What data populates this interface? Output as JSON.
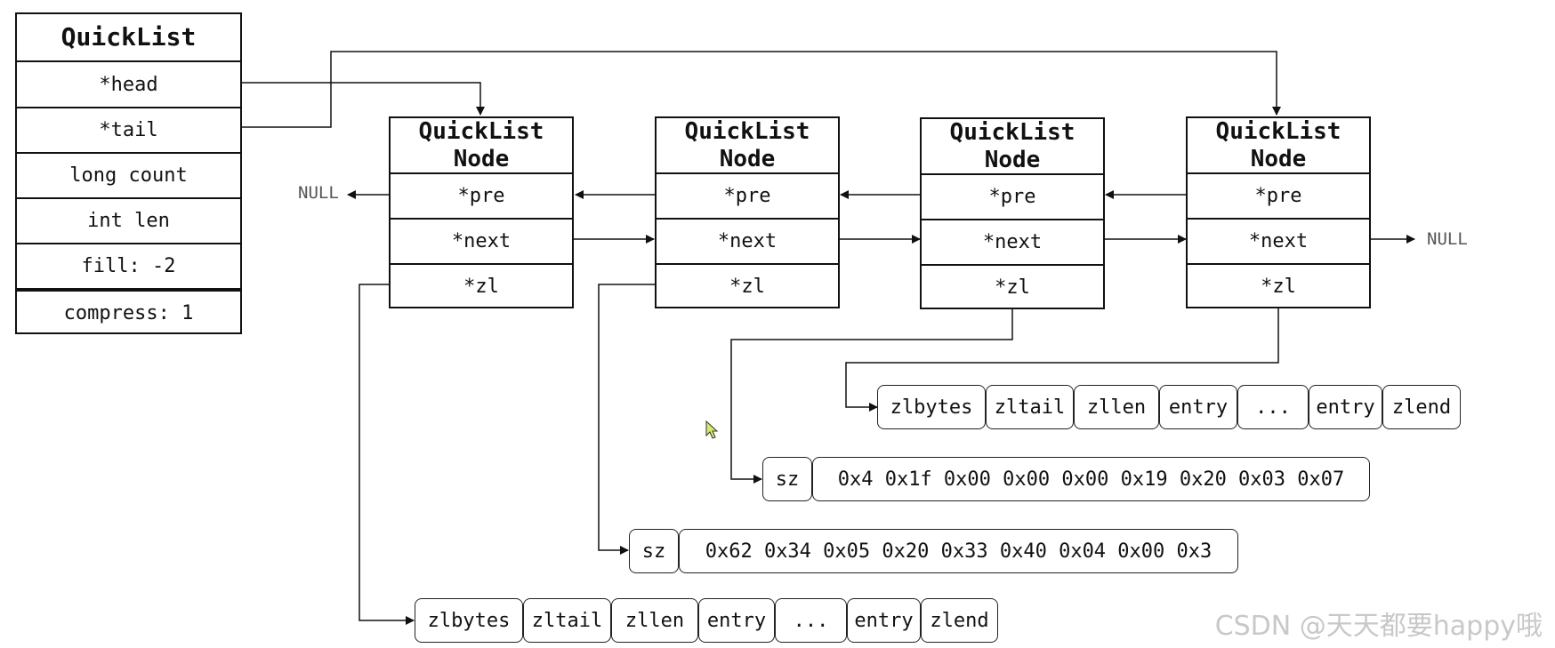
{
  "quicklist": {
    "title": "QuickList",
    "fields": [
      "*head",
      "*tail",
      "long count",
      "int len",
      "fill: -2",
      "compress: 1"
    ]
  },
  "nodes": [
    {
      "title": "QuickList Node",
      "fields": [
        "*pre",
        "*next",
        "*zl"
      ]
    },
    {
      "title": "QuickList Node",
      "fields": [
        "*pre",
        "*next",
        "*zl"
      ]
    },
    {
      "title": "QuickList Node",
      "fields": [
        "*pre",
        "*next",
        "*zl"
      ]
    },
    {
      "title": "QuickList Node",
      "fields": [
        "*pre",
        "*next",
        "*zl"
      ]
    }
  ],
  "null_left": "NULL",
  "null_right": "NULL",
  "ziplist_top": [
    "zlbytes",
    "zltail",
    "zllen",
    "entry",
    "...",
    "entry",
    "zlend"
  ],
  "compressed_a": {
    "sz": "sz",
    "bytes": "0x4 0x1f 0x00 0x00 0x00 0x19 0x20 0x03 0x07"
  },
  "compressed_b": {
    "sz": "sz",
    "bytes": "0x62 0x34 0x05 0x20 0x33 0x40 0x04 0x00 0x3"
  },
  "ziplist_bottom": [
    "zlbytes",
    "zltail",
    "zllen",
    "entry",
    "...",
    "entry",
    "zlend"
  ],
  "watermark": "CSDN @天天都要happy哦"
}
